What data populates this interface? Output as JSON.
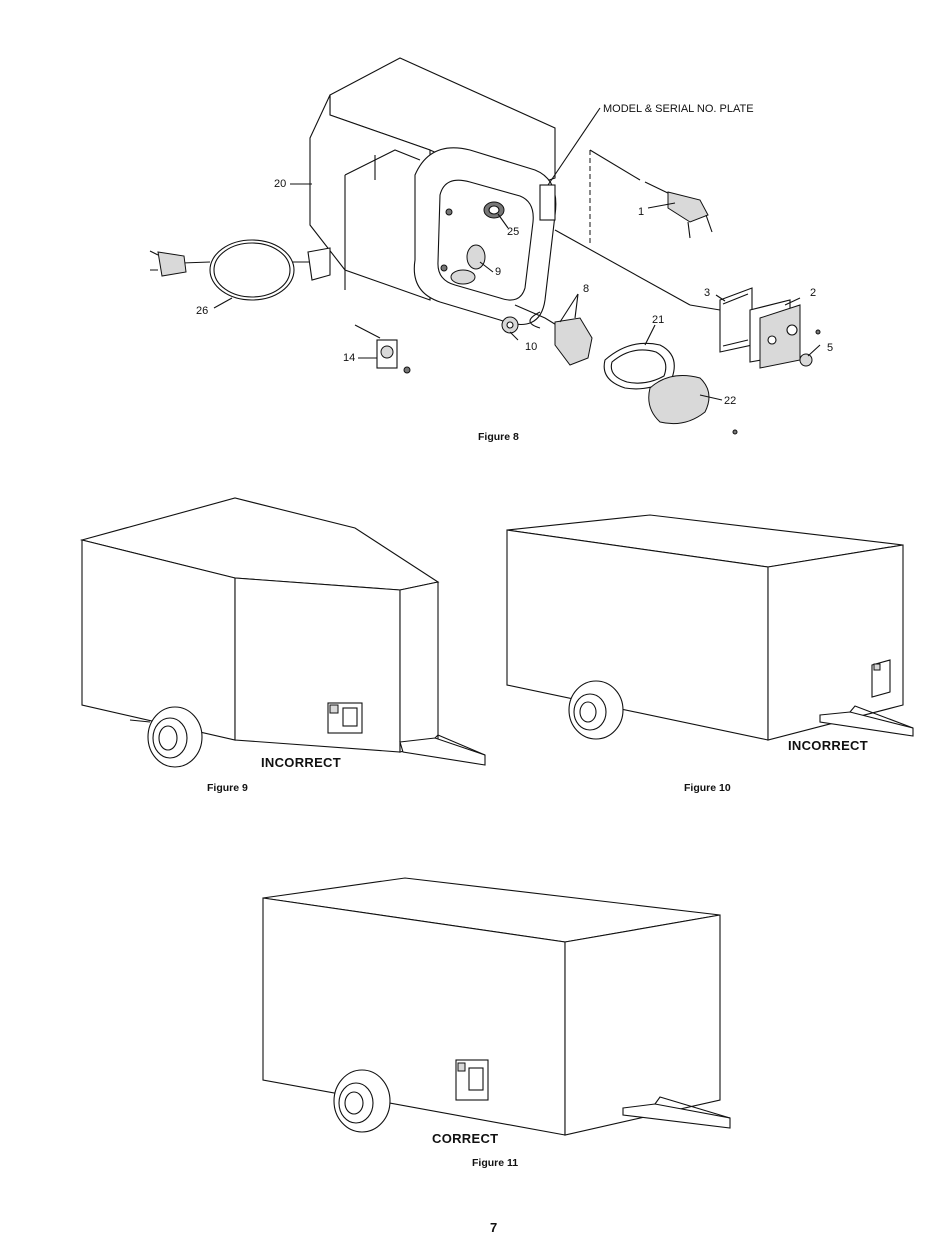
{
  "figure8": {
    "caption": "Figure 8",
    "callouts": {
      "model_serial_plate": "MODEL & SERIAL NO. PLATE",
      "p1": "1",
      "p2": "2",
      "p3": "3",
      "p5": "5",
      "p8": "8",
      "p9": "9",
      "p10": "10",
      "p14": "14",
      "p20": "20",
      "p21": "21",
      "p22": "22",
      "p25": "25",
      "p26": "26"
    }
  },
  "figure9": {
    "caption": "Figure 9",
    "verdict": "INCORRECT"
  },
  "figure10": {
    "caption": "Figure 10",
    "verdict": "INCORRECT"
  },
  "figure11": {
    "caption": "Figure 11",
    "verdict": "CORRECT"
  },
  "page_number": "7"
}
